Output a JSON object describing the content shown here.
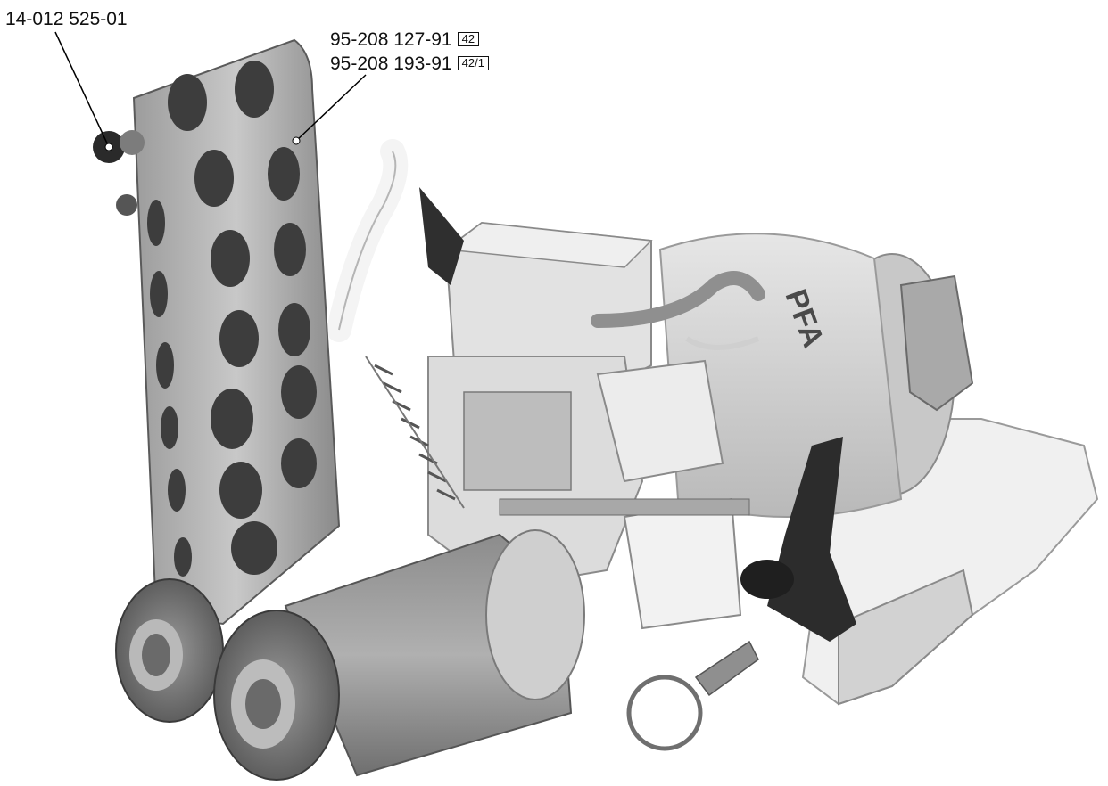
{
  "labels": {
    "left_part": "14-012 525-01",
    "right_part_1": "95-208 127-91",
    "right_part_1_ref": "42",
    "right_part_2": "95-208 193-91",
    "right_part_2_ref": "42/1"
  },
  "photo": {
    "printed_brand": "PFA"
  }
}
